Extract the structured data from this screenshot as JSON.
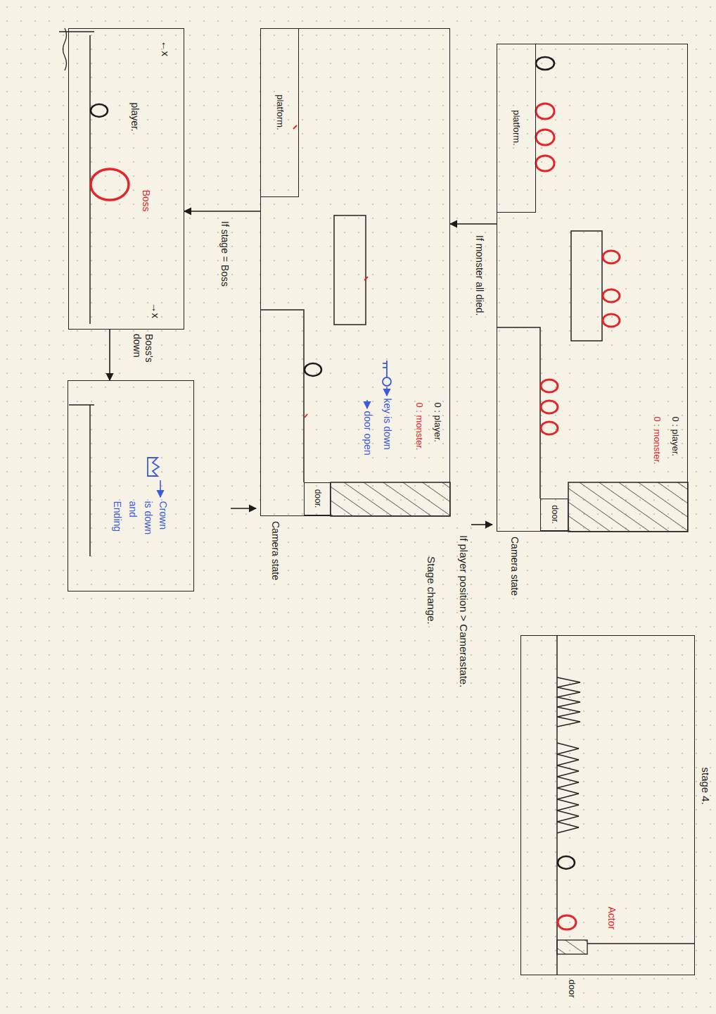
{
  "diagram": {
    "nodes": [
      {
        "text": [
          "0 : player.",
          "0 : monster."
        ]
      },
      {
        "text": [
          "platform."
        ],
        "in": 0
      },
      {
        "text": [
          "door."
        ],
        "in": 0
      },
      {
        "text": [
          "0 : player.",
          "0 : monster.",
          "key is down",
          "door open"
        ]
      },
      {
        "text": [
          "platform."
        ],
        "in": 3
      },
      {
        "text": [
          "door."
        ],
        "in": 3
      },
      {
        "text": [
          "player.",
          "Boss",
          "←x",
          "→x"
        ]
      },
      {
        "text": [
          "Crown is down and Ending"
        ]
      },
      {
        "text": [
          "stage 4.",
          "Actor"
        ]
      }
    ],
    "edges": [
      {
        "from": 0,
        "to": 3,
        "arrow": "to",
        "label": "If monster all died."
      },
      {
        "from": 3,
        "to": 6,
        "arrow": "to",
        "label": "If stage = Boss"
      },
      {
        "from": 6,
        "to": 7,
        "arrow": "to",
        "label": "Boss's down"
      }
    ],
    "labels": [
      "Camera state",
      "Camera state",
      "If player position > Camerastate.",
      "Stage change.",
      "door"
    ]
  }
}
